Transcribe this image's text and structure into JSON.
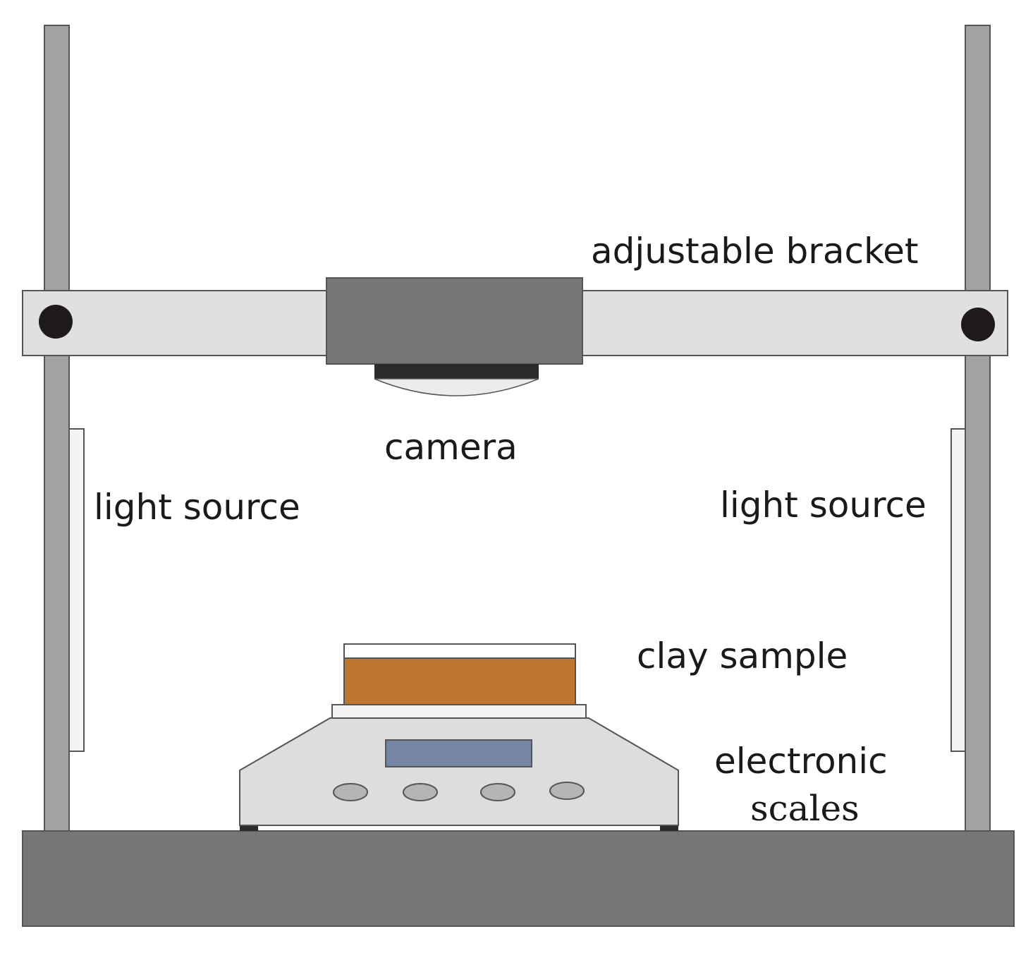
{
  "labels": {
    "adjustable_bracket": "adjustable bracket",
    "camera": "camera",
    "light_source_left": "light source",
    "light_source_right": "light source",
    "clay_sample": "clay sample",
    "electronic_scales_line1": "electronic",
    "electronic_scales_line2": "scales"
  },
  "colors": {
    "post": "#a3a3a3",
    "bracket": "#dfe0df",
    "camera_body": "#767676",
    "camera_lens_base": "#2b2b2b",
    "lens_glass": "#ececec",
    "knob": "#1f1a1a",
    "base": "#767676",
    "light_panel": "#f4f4f4",
    "scale_body": "#dcdddc",
    "scale_display": "#7486a4",
    "scale_button": "#b4b5b4",
    "clay": "#bc7630",
    "stroke": "#555555"
  }
}
